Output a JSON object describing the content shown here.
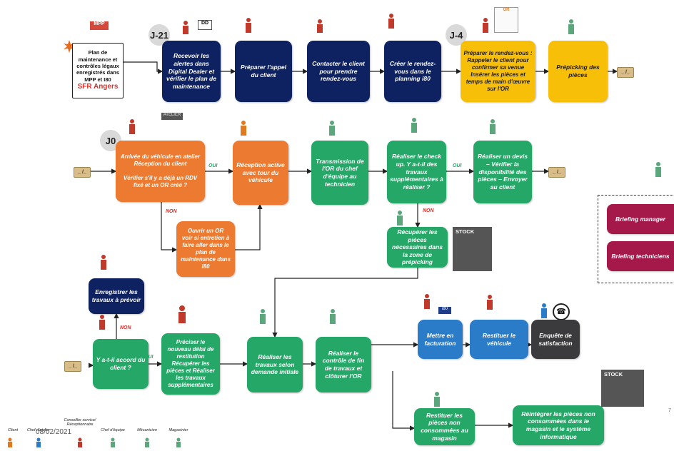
{
  "diagram": {
    "steps": {
      "plan": {
        "text": "Plan de maintenance et contrôles légaux enregistrés dans MPP et I80",
        "sub": "SFR Angers"
      },
      "alertes": "Recevoir les alertes dans Digital Dealer et vérifier le plan de maintenance",
      "appel": "Préparer l'appel du client",
      "contact": "Contacter le client pour prendre rendez-vous",
      "creer_rdv": "Créer le rendez-vous dans le planning i80",
      "preparer_rdv": "Préparer le rendez-vous : Rappeler le client pour confirmer sa venue\nInsérer les pièces et temps de main d'œuvre sur l'OR",
      "prepicking": "Prépicking des pièces",
      "arrivee": "Arrivée du véhicule en atelier\nRéception du client\n\nVérifier s'il y a déjà un RDV fixé et un OR créé ?",
      "reception_active": "Réception active avec tour du véhicule",
      "transmission": "Transmission de l'OR du chef d'équipe au technicien",
      "check_up": "Réaliser le check up. Y a-t-il des travaux supplémentaires à réaliser ?",
      "devis": "Réaliser un devis – Vérifier la disponibilité des pièces – Envoyer au client",
      "ouvrir_or": "Ouvrir un OR\nvoir si entretien à faire aller dans le plan de maintenance dans i80",
      "recuperer_pieces": "Récupérer les pièces nécessaires dans la zone de prépicking",
      "enregistrer": "Enregistrer les travaux à prévoir",
      "accord": "Y a-t-il accord du client ?",
      "preciser": "Préciser le nouveau délai de restitution\nRécupérer les pièces et Réaliser les travaux supplémentaires",
      "realiser_travaux": "Réaliser les travaux selon demande initiale",
      "controle": "Réaliser le contrôle de fin de travaux et clôturer l'OR",
      "facturation": "Mettre en facturation",
      "restituer_vehicule": "Restituer le véhicule",
      "enquete": "Enquête de satisfaction",
      "restituer_pieces": "Restituer les pièces non consommées au magasin",
      "reintegrer": "Réintégrer les pièces non consommées dans le magasin et le système informatique",
      "briefing_manager": "Briefing manager",
      "briefing_techniciens": "Briefing techniciens"
    },
    "markers": {
      "j21": "J-21",
      "j4": "J-4",
      "j0": "J0"
    },
    "connectors": {
      "placeholder": "_ /_",
      "oui": "OUI",
      "non": "NON"
    },
    "badges": {
      "mpp": "MPP",
      "dd": "DD",
      "atelier": "ATELIER",
      "i80": "i80",
      "stock": "STOCK",
      "or": "OR"
    },
    "legend": [
      "Client",
      "Chef d'atelier",
      "Conseiller service/ Réceptionnaire",
      "Chef d'équipe",
      "Mécanicien",
      "Magasinier"
    ],
    "date": "08/02/2021",
    "page_number": "7",
    "colors": {
      "navy": "#0e2160",
      "yellow": "#f7bf08",
      "orange": "#ec7a30",
      "green": "#25a768",
      "blue": "#2a7cc9",
      "dark": "#3b3b3d",
      "maroon": "#a4194a"
    }
  }
}
